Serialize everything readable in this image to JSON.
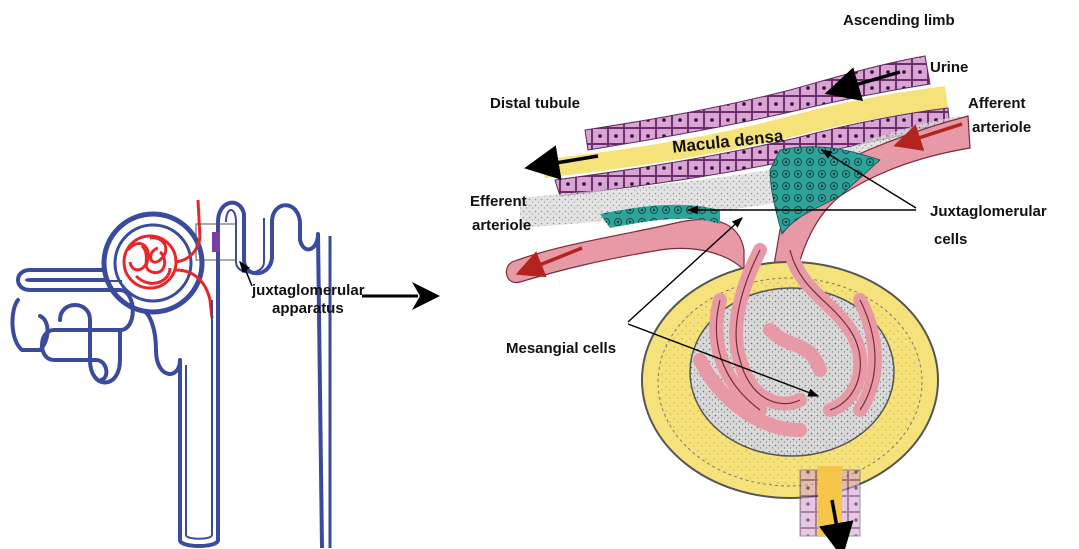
{
  "labels": {
    "ascending_limb": "Ascending limb",
    "urine": "Urine",
    "distal_tubule": "Distal tubule",
    "afferent_arteriole_1": "Afferent",
    "afferent_arteriole_2": "arteriole",
    "macula_densa": "Macula densa",
    "efferent_arteriole_1": "Efferent",
    "efferent_arteriole_2": "arteriole",
    "juxtaglomerular_cells_1": "Juxtaglomerular",
    "juxtaglomerular_cells_2": "cells",
    "juxtaglomerular_apparatus_1": "juxtaglomerular",
    "juxtaglomerular_apparatus_2": "apparatus",
    "mesangial_cells": "Mesangial cells"
  },
  "colors": {
    "nephron_tubule": "#3a4a9c",
    "glomerulus": "#e8262b",
    "juxtaglomerular_marker": "#7a3fa0",
    "tubule_cells": "#d9a3d3",
    "urine_lumen": "#f6e27a",
    "arteriole_wall": "#e79aa6",
    "juxtaglomerular_cells": "#2fa39a",
    "mesangial_matrix": "#c9c9c9",
    "flow_arrow_red": "#b3231f",
    "flow_arrow_black": "#000000"
  }
}
